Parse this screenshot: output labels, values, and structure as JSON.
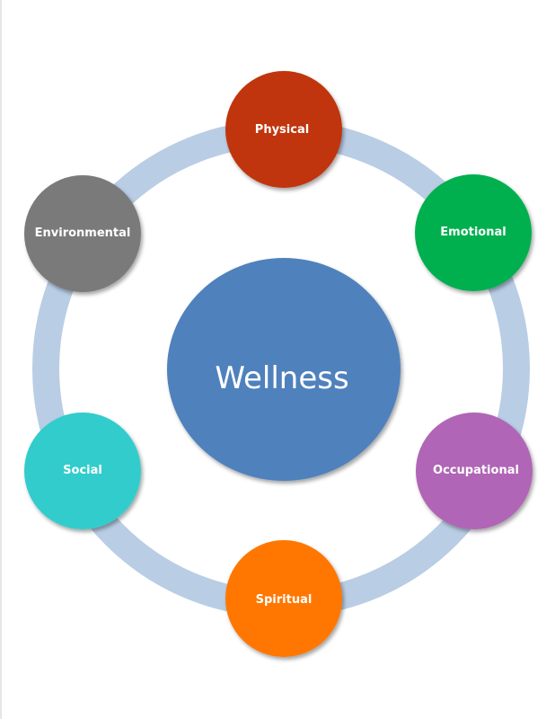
{
  "diagram": {
    "center": {
      "label": "Wellness",
      "color": "#4f81bd"
    },
    "ring_color": "#b9cde5",
    "nodes": [
      {
        "label": "Physical",
        "color": "#c0360c"
      },
      {
        "label": "Emotional",
        "color": "#00b050"
      },
      {
        "label": "Occupational",
        "color": "#b065b6"
      },
      {
        "label": "Spiritual",
        "color": "#ff7700"
      },
      {
        "label": "Social",
        "color": "#33cccc"
      },
      {
        "label": "Environmental",
        "color": "#7a7a7a"
      }
    ]
  }
}
